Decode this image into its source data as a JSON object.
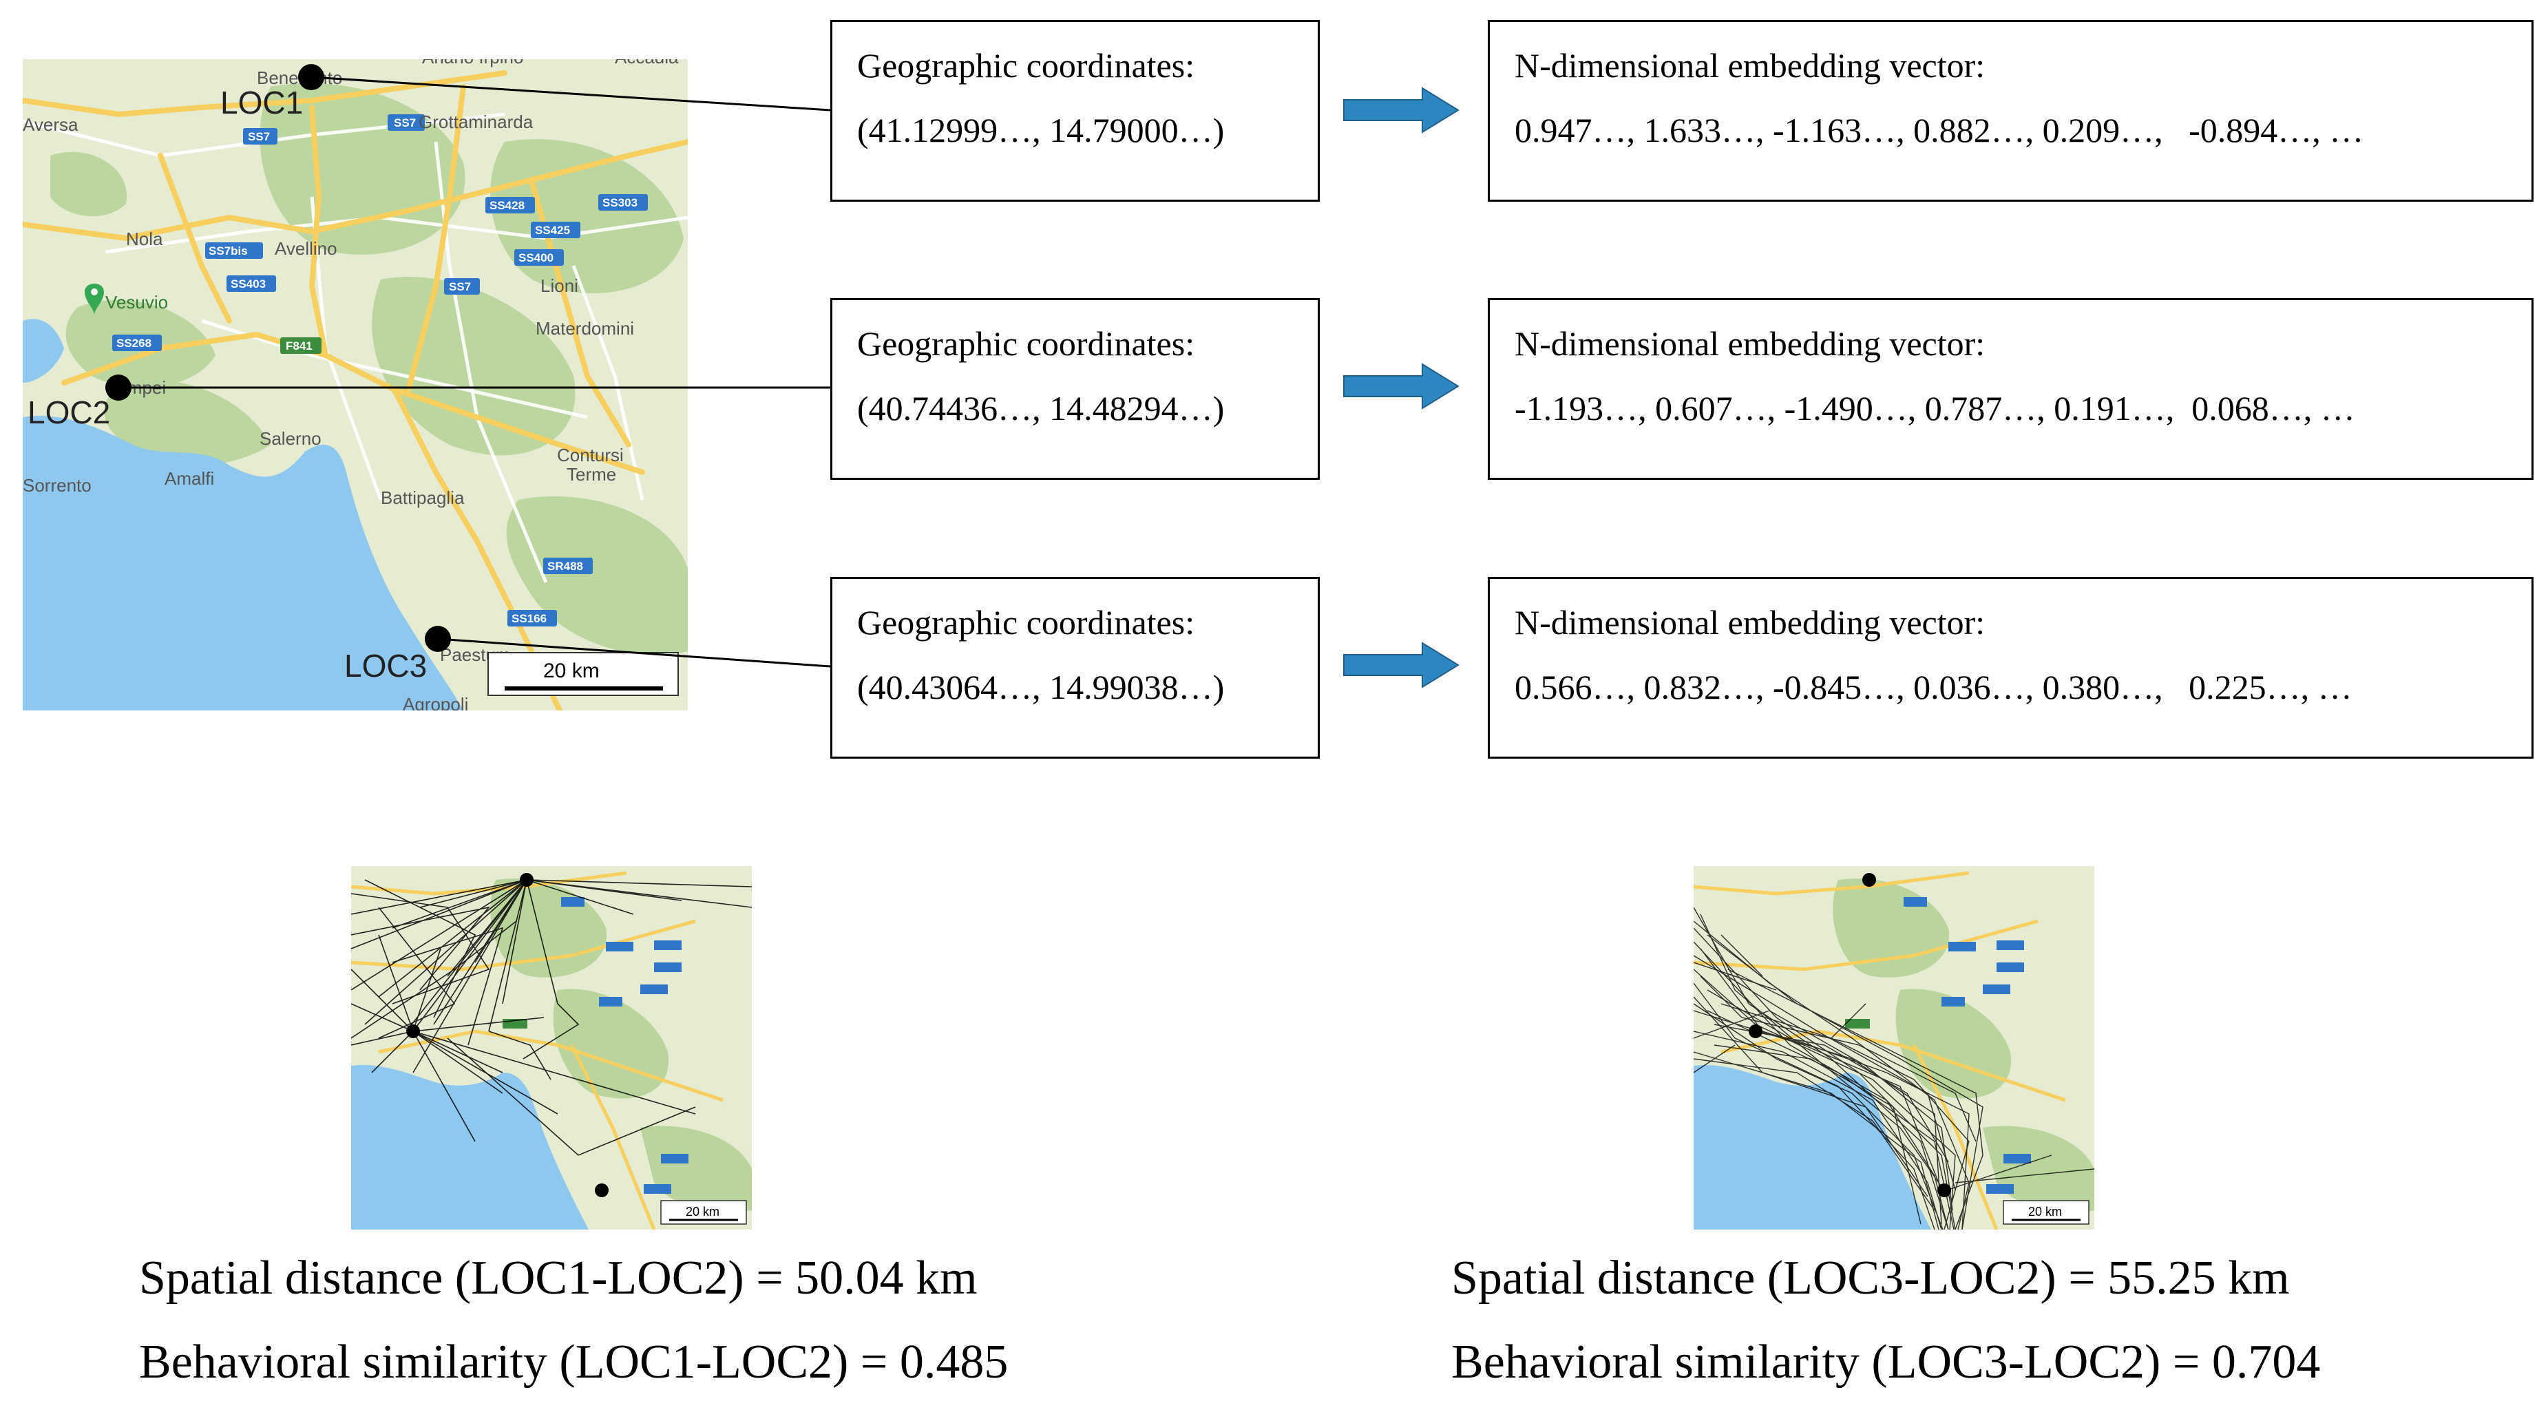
{
  "colors": {
    "land": "#e6ecd2",
    "forest": "#b9d59c",
    "sea": "#8fc8ee",
    "road_major": "#f6cf5e",
    "road_minor": "#ffffff",
    "shield": "#2f75c9",
    "arrow": "#2e86c1",
    "pin": "#34a853",
    "marker": "#000000"
  },
  "main_map": {
    "places": [
      "Ariano Irpino",
      "Accadia",
      "Benevento",
      "Grottaminarda",
      "Nola",
      "Avellino",
      "Vesuvio",
      "Lioni",
      "Materdomini",
      "Pompei",
      "Salerno",
      "Sorrento",
      "Amalfi",
      "Contursi Terme",
      "Battipaglia",
      "Paestum",
      "Agropoli",
      "Aversa"
    ],
    "roads": [
      "SS7",
      "SS7",
      "SS428",
      "SS303",
      "SS7bis",
      "SS425",
      "SS400",
      "SS403",
      "SS7",
      "SS268",
      "F841",
      "SR488",
      "SS166"
    ],
    "scale_label": "20 km",
    "locations": [
      "LOC1",
      "LOC2",
      "LOC3"
    ]
  },
  "rows": [
    {
      "coord_title": "Geographic coordinates:",
      "coord_value": "(41.12999…, 14.79000…)",
      "vec_title": "N-dimensional embedding vector:",
      "vec_value": "0.947…, 1.633…, -1.163…, 0.882…, 0.209…,   -0.894…, …"
    },
    {
      "coord_title": "Geographic coordinates:",
      "coord_value": "(40.74436…, 14.48294…)",
      "vec_title": "N-dimensional embedding vector:",
      "vec_value": "-1.193…, 0.607…, -1.490…, 0.787…, 0.191…,  0.068…, …"
    },
    {
      "coord_title": "Geographic coordinates:",
      "coord_value": "(40.43064…, 14.99038…)",
      "vec_title": "N-dimensional embedding vector:",
      "vec_value": "0.566…, 0.832…, -0.845…, 0.036…, 0.380…,   0.225…, …"
    }
  ],
  "comparisons": [
    {
      "scale_label": "20 km",
      "distance": "Spatial distance (LOC1-LOC2) = 50.04 km",
      "similarity": "Behavioral similarity (LOC1-LOC2) = 0.485"
    },
    {
      "scale_label": "20 km",
      "distance": "Spatial distance (LOC3-LOC2) = 55.25 km",
      "similarity": "Behavioral similarity (LOC3-LOC2) = 0.704"
    }
  ]
}
